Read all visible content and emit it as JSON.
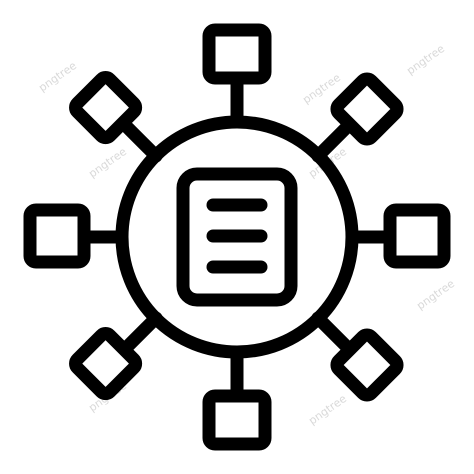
{
  "icon": {
    "name": "network-document-hub-icon",
    "stroke_color": "#000000",
    "background_color": "#ffffff",
    "style": "line-outline",
    "node_count": 8
  },
  "watermark": {
    "text": "pngtree",
    "color": "#d9d9d9"
  }
}
